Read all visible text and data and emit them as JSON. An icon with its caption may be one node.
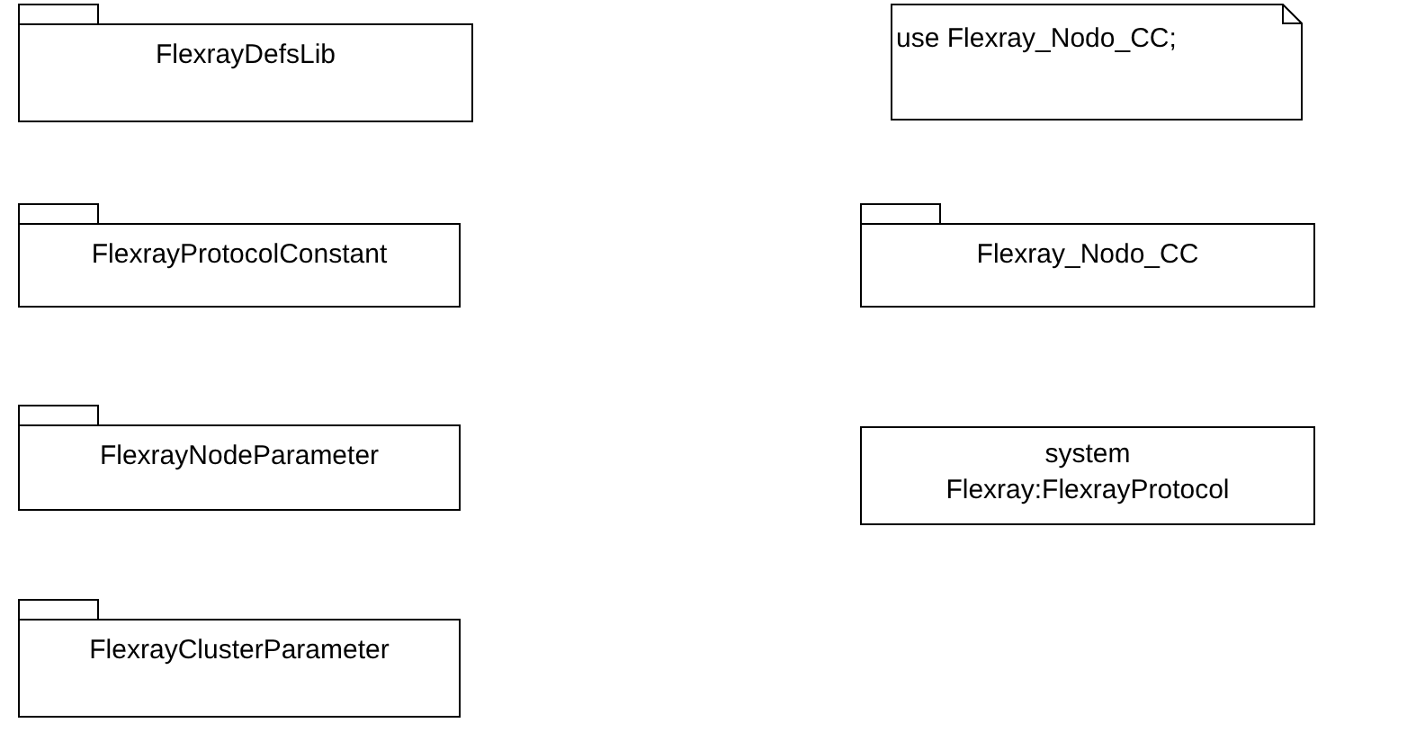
{
  "diagram": {
    "nodes": [
      {
        "text": [
          "FlexrayDefsLib"
        ]
      },
      {
        "text": [
          "FlexrayProtocolConstant"
        ]
      },
      {
        "text": [
          "FlexrayNodeParameter"
        ]
      },
      {
        "text": [
          "FlexrayClusterParameter"
        ]
      },
      {
        "text": [
          "use Flexray_Nodo_CC;"
        ]
      },
      {
        "text": [
          "Flexray_Nodo_CC"
        ]
      },
      {
        "text": [
          "system",
          "Flexray:FlexrayProtocol"
        ]
      }
    ]
  }
}
